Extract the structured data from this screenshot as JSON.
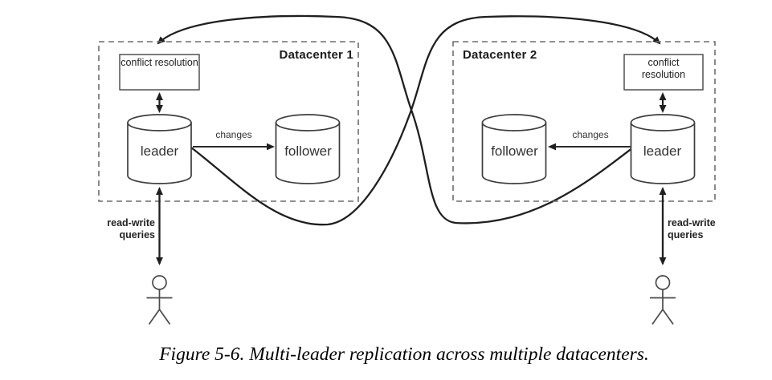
{
  "colors": {
    "ink": "#1f1f1f",
    "box_stroke": "#3d3d3d",
    "dash_border": "#6e6e6e",
    "figure_stroke": "#4a4a4a"
  },
  "datacenter1": {
    "label": "Datacenter 1",
    "conflict_resolution_label": "conflict resolution",
    "leader_label": "leader",
    "follower_label": "follower",
    "changes_label": "changes",
    "queries_label": "read-write queries"
  },
  "datacenter2": {
    "label": "Datacenter 2",
    "conflict_resolution_label": "conflict resolution",
    "leader_label": "leader",
    "follower_label": "follower",
    "changes_label": "changes",
    "queries_label": "read-write queries"
  },
  "caption": "Figure 5-6. Multi-leader replication across multiple datacenters."
}
